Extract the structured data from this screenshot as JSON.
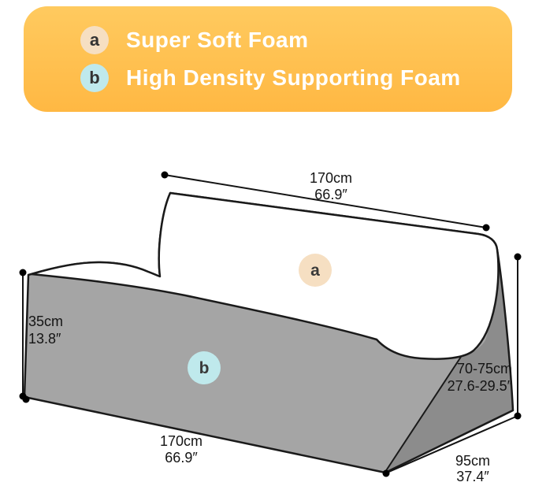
{
  "legend": {
    "items": [
      {
        "key": "a",
        "label": "Super Soft Foam"
      },
      {
        "key": "b",
        "label": "High Density Supporting Foam"
      }
    ]
  },
  "markers": {
    "a": "a",
    "b": "b"
  },
  "measurements": {
    "top": {
      "cm": "170cm",
      "inch": "66.9″"
    },
    "left": {
      "cm": "35cm",
      "inch": "13.8″"
    },
    "right": {
      "cm": "70-75cm",
      "inch": "27.6-29.5″"
    },
    "bottom": {
      "cm": "170cm",
      "inch": "66.9″"
    },
    "depth": {
      "cm": "95cm",
      "inch": "37.4″"
    }
  },
  "colors": {
    "banner_top": "#FFCA5F",
    "banner_bottom": "#FFB843",
    "legend_key_a_bg": "#F6DFC2",
    "legend_key_b_bg": "#BFE9EC",
    "legend_text": "#FFFFFF",
    "foam_front": "#A5A5A5",
    "foam_side": "#8C8C8C",
    "foam_top": "#FFFFFF",
    "outline": "#1A1A1A",
    "dimension": "#141414"
  }
}
